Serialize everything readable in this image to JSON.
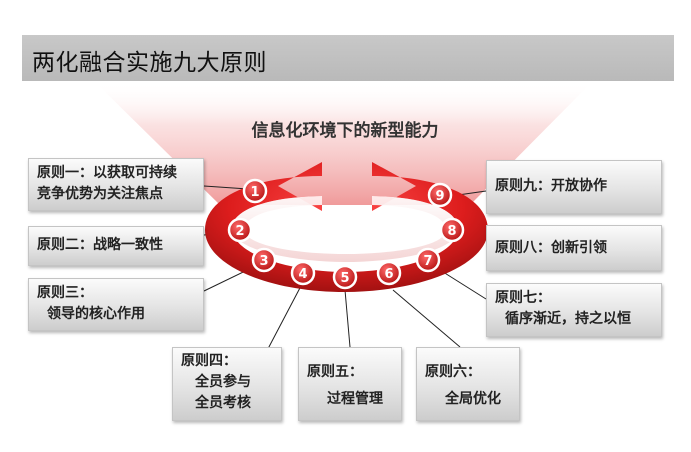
{
  "title": "两化融合实施九大原则",
  "subtitle": "信息化环境下的新型能力",
  "colors": {
    "ring": "#d41c1c",
    "ring_dark": "#8e0e0e",
    "glow": "#f4b7b7",
    "title_bar": "#c0c0c0"
  },
  "principles": [
    {
      "num": "1",
      "lines": [
        "原则一：以获取可持续",
        "竞争优势为关注焦点"
      ]
    },
    {
      "num": "2",
      "lines": [
        "原则二：战略一致性"
      ]
    },
    {
      "num": "3",
      "lines": [
        "原则三：",
        "领导的核心作用"
      ]
    },
    {
      "num": "4",
      "lines": [
        "原则四：",
        "全员参与",
        "全员考核"
      ]
    },
    {
      "num": "5",
      "lines": [
        "原则五：",
        "过程管理"
      ]
    },
    {
      "num": "6",
      "lines": [
        "原则六：",
        "全局优化"
      ]
    },
    {
      "num": "7",
      "lines": [
        "原则七：",
        "循序渐近，持之以恒"
      ]
    },
    {
      "num": "8",
      "lines": [
        "原则八：创新引领"
      ]
    },
    {
      "num": "9",
      "lines": [
        "原则九：开放协作"
      ]
    }
  ]
}
